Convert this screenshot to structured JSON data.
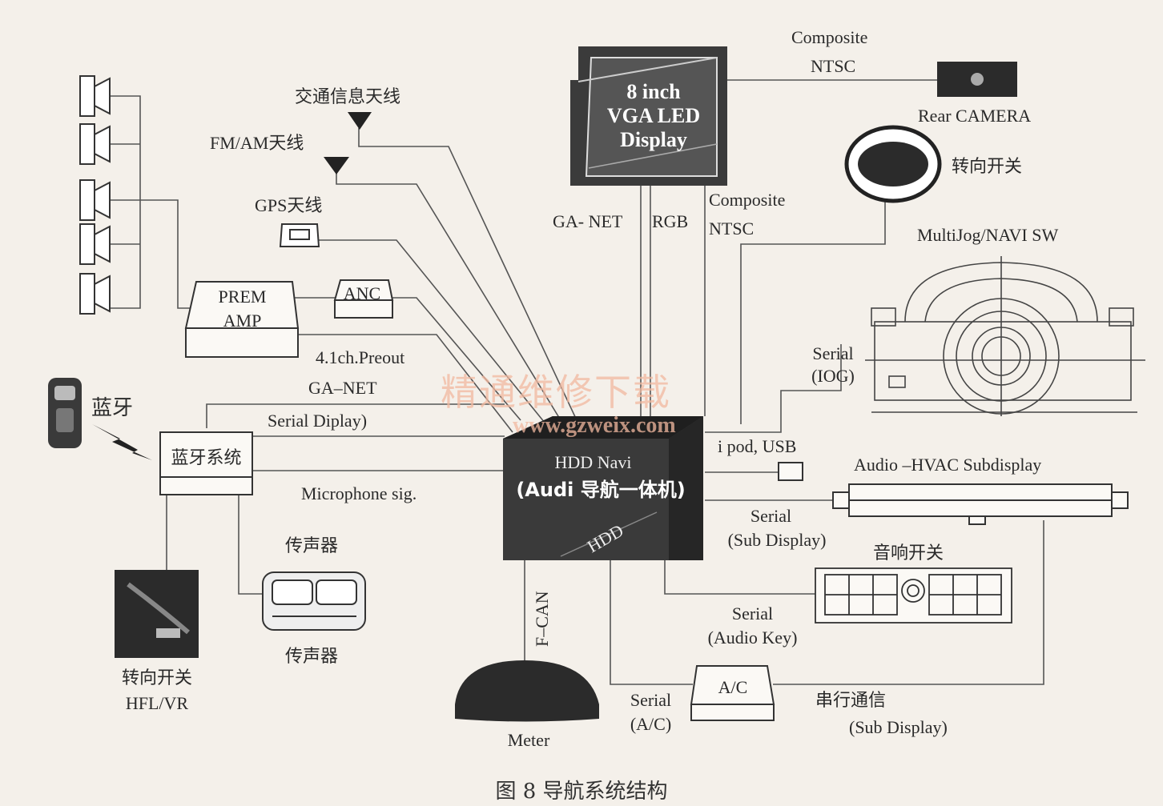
{
  "labels": {
    "traffic_antenna": "交通信息天线",
    "fm_am_antenna": "FM/AM天线",
    "gps_antenna": "GPS天线",
    "prem_amp": "PREM\nAMP",
    "anc": "ANC",
    "preout": "4.1ch.Preout",
    "ga_net_1": "GA–NET",
    "serial_display": "Serial Diplay)",
    "bluetooth": "蓝牙",
    "bluetooth_system": "蓝牙系统",
    "microphone_sig": "Microphone sig.",
    "microphone_top": "传声器",
    "microphone_bottom": "传声器",
    "steering_switch_left": "转向开关",
    "hfl_vr": "HFL/VR",
    "display": "8 inch\nVGA LED\nDisplay",
    "composite_top_1": "Composite",
    "ntsc_top": "NTSC",
    "rear_camera": "Rear CAMERA",
    "steering_switch_right": "转向开关",
    "ga_net_2": "GA- NET",
    "rgb": "RGB",
    "composite_2": "Composite",
    "ntsc_2": "NTSC",
    "multijog": "MultiJog/NAVI SW",
    "serial_iog_1": "Serial",
    "serial_iog_2": "(IOG)",
    "hdd_navi": "HDD Navi",
    "audi_unit": "(Audi 导航一体机)",
    "hdd": "HDD",
    "ipod_usb": "i pod, USB",
    "audio_hvac": "Audio –HVAC Subdisplay",
    "serial_sub_1": "Serial",
    "serial_sub_2": "(Sub Display)",
    "audio_switch": "音响开关",
    "serial_key_1": "Serial",
    "serial_key_2": "(Audio Key)",
    "f_can": "F–CAN",
    "meter": "Meter",
    "ac": "A/C",
    "serial_ac_1": "Serial",
    "serial_ac_2": "(A/C)",
    "serial_comm": "串行通信",
    "serial_comm_sub": "(Sub Display)",
    "watermark_cn": "精通维修下载",
    "watermark_url": "www.gzweix.com"
  },
  "caption": "图 8    导航系统结构"
}
